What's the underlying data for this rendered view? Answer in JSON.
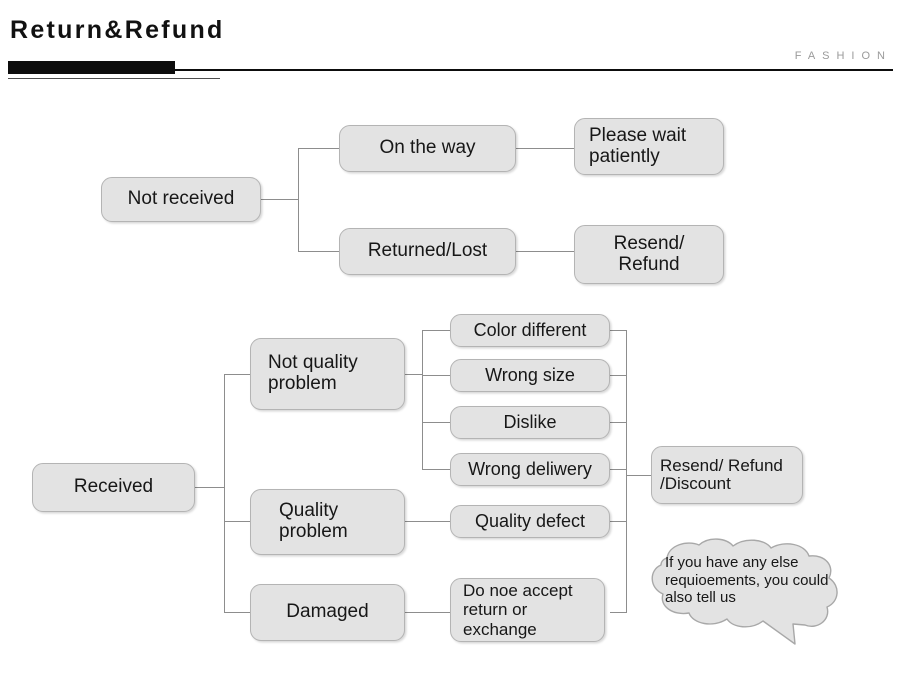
{
  "header": {
    "title": "Return&Refund",
    "brand": "FASHION"
  },
  "flow_not_received": {
    "root": "Not received",
    "branches": [
      {
        "cause": "On the way",
        "action": "Please wait patiently"
      },
      {
        "cause": "Returned/Lost",
        "action": "Resend/\nRefund"
      }
    ]
  },
  "flow_received": {
    "root": "Received",
    "categories": [
      {
        "label": "Not quality problem",
        "items": [
          "Color different",
          "Wrong size",
          "Dislike",
          "Wrong deliwery"
        ]
      },
      {
        "label": "Quality problem",
        "items": [
          "Quality defect"
        ]
      },
      {
        "label": "Damaged",
        "items": [
          "Do noe accept return or exchange"
        ]
      }
    ],
    "outcome": "Resend/ Refund /Discount"
  },
  "callout": {
    "text": "If you have any else requioements, you could also tell us"
  },
  "nodes": {
    "not_received": "Not received",
    "on_the_way": "On the way",
    "please_wait": "Please wait patiently",
    "returned_lost": "Returned/Lost",
    "resend_refund": "Resend/ Refund",
    "received": "Received",
    "not_quality_problem": "Not quality problem",
    "quality_problem": "Quality problem",
    "damaged": "Damaged",
    "color_different": "Color different",
    "wrong_size": "Wrong size",
    "dislike": "Dislike",
    "wrong_deliwery": "Wrong deliwery",
    "quality_defect": "Quality defect",
    "do_not_accept": "Do noe accept return or exchange",
    "resend_refund_discount": "Resend/ Refund /Discount"
  },
  "colors": {
    "node_fill": "#e3e3e3",
    "node_border": "#b4b4b4",
    "line": "#8d8d8d",
    "rule": "#0d0d0d",
    "brand_text": "#9a9a9a"
  }
}
